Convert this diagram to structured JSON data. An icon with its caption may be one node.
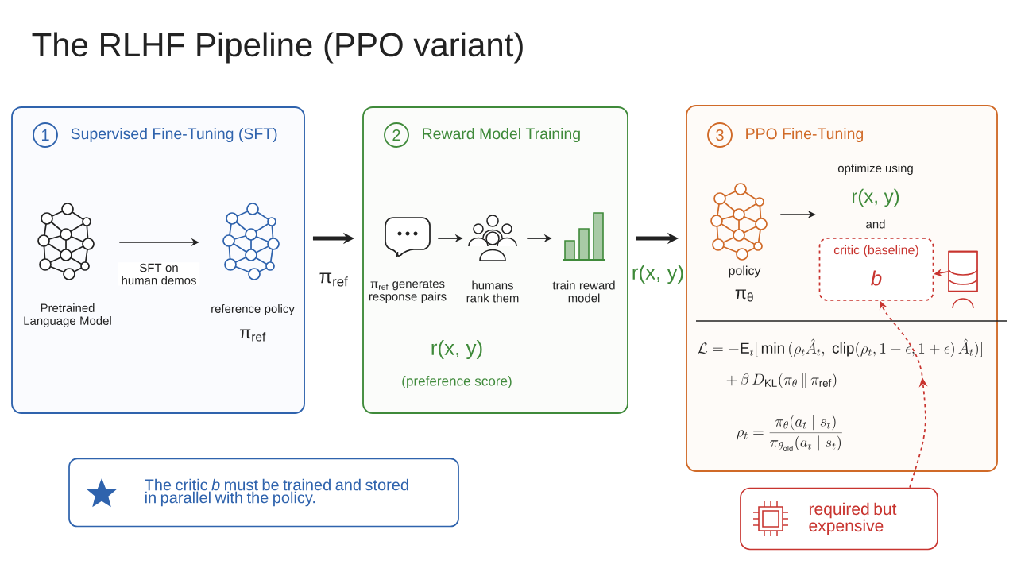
{
  "diagram": {
    "title": "The RLHF Pipeline (PPO variant)",
    "nodes": [
      {
        "text": [
          "1",
          "Supervised Fine-Tuning (SFT)"
        ]
      },
      {
        "text": [
          "Pretrained Language Model"
        ],
        "in": 0
      },
      {
        "text": [
          "reference policy",
          "π$_{ref}$"
        ],
        "in": 0
      },
      {
        "text": [
          "2",
          "Reward Model Training",
          "r(x, y)",
          "(preference score)"
        ]
      },
      {
        "text": [
          "π$_{ref}$ generates response pairs"
        ],
        "in": 3
      },
      {
        "text": [
          "humans rank them"
        ],
        "in": 3
      },
      {
        "text": [
          "train reward model"
        ],
        "in": 3
      },
      {
        "text": [
          "3",
          "PPO Fine-Tuning",
          "\\mathcal{L} = -\\mathrm{E}_t\\Big[\\min\\big(\\rho_t\\hat{A}_t,\\ \\mathrm{clip}(\\rho_t, 1-\\epsilon, 1+\\epsilon)\\,\\hat{A}_t\\big)\\Big]",
          "+\\,\\beta\\, D_{\\mathrm{KL}}(\\pi_\\theta \\,\\|\\, \\pi_{\\mathrm{ref}})",
          "\\rho_t = \\frac{\\pi_\\theta(a_t \\mid s_t)}{\\pi_{\\theta_{\\mathrm{old}}}(a_t \\mid s_t)}"
        ]
      },
      {
        "text": [
          "policy",
          "π$_{θ}$"
        ],
        "in": 7
      },
      {
        "text": [
          "optimize using",
          "r(x, y)",
          "and"
        ],
        "in": 7
      },
      {
        "text": [
          "critic (baseline)",
          "b"
        ],
        "in": 7
      },
      {
        "text": [],
        "shape": "cylinder",
        "in": 7
      },
      {
        "text": [
          "required but expensive"
        ]
      },
      {
        "text": [
          "The critic *b* must be trained and stored in parallel with the policy."
        ]
      }
    ],
    "edges": [
      {
        "from": 1,
        "to": 2,
        "arrow": "to",
        "label": "SFT on human demos"
      },
      {
        "from": 0,
        "to": 3,
        "arrow": "to",
        "label": "π$_{ref}$",
        "style": "thick"
      },
      {
        "from": 4,
        "to": 5,
        "arrow": "to"
      },
      {
        "from": 5,
        "to": 6,
        "arrow": "to"
      },
      {
        "from": 3,
        "to": 7,
        "arrow": "to",
        "label": "r(x, y)",
        "style": "thick"
      },
      {
        "from": 8,
        "to": 9,
        "arrow": "to"
      },
      {
        "from": 11,
        "to": 10,
        "arrow": "to",
        "color": "#c8342f"
      },
      {
        "from": 12,
        "to": 10,
        "arrow": "to",
        "style": "dashed",
        "color": "#c8342f"
      }
    ]
  }
}
